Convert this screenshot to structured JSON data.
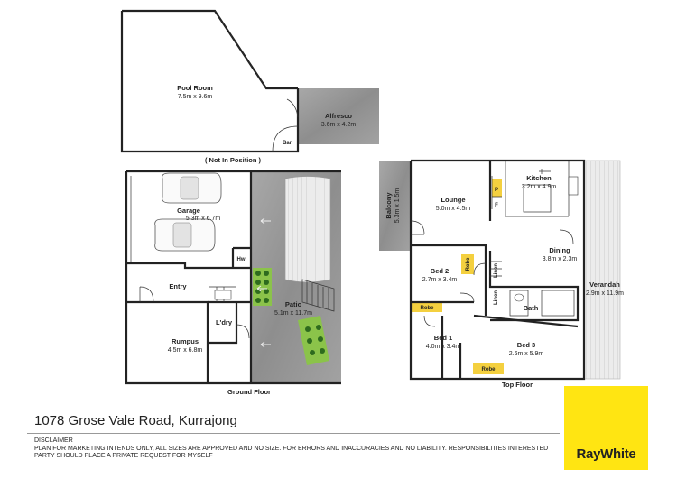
{
  "address": "1078 Grose Vale Road, Kurrajong",
  "disclaimer": {
    "title": "DISCLAIMER",
    "body": "PLAN FOR MARKETING INTENDS ONLY, ALL SIZES ARE APPROVED AND NO SIZE. FOR ERRORS AND INACCURACIES AND NO LIABILITY. RESPONSIBILITIES INTERESTED PARTY SHOULD PLACE A PRIVATE REQUEST FOR MYSELF"
  },
  "logo": {
    "text": "RayWhite",
    "color": "#ffe512"
  },
  "colors": {
    "wall": "#222222",
    "ground": "#9a9a9a",
    "robe": "#f4d03f",
    "lawn": "#8bc34a",
    "deck": "#ececec"
  },
  "pool_building": {
    "pool_room": {
      "name": "Pool Room",
      "dims": "7.5m x 9.6m"
    },
    "alfresco": {
      "name": "Alfresco",
      "dims": "3.6m x 4.2m"
    },
    "bar": "Bar",
    "note": "( Not In Position )"
  },
  "ground_floor": {
    "label": "Ground Floor",
    "garage": {
      "name": "Garage",
      "dims": "5.3m x 6.7m"
    },
    "hw": "Hw",
    "entry": "Entry",
    "laundry": "L'dry",
    "rumpus": {
      "name": "Rumpus",
      "dims": "4.5m x 6.8m"
    },
    "patio": {
      "name": "Patio",
      "dims": "5.1m x 11.7m"
    }
  },
  "top_floor": {
    "label": "Top Floor",
    "balcony": {
      "name": "Balcony",
      "dims": "5.3m x 1.5m"
    },
    "lounge": {
      "name": "Lounge",
      "dims": "5.0m x 4.5m"
    },
    "kitchen": {
      "name": "Kitchen",
      "dims": "3.2m x 4.9m"
    },
    "pantry": "P",
    "fridge": "F",
    "dining": {
      "name": "Dining",
      "dims": "3.8m x 2.3m"
    },
    "verandah": {
      "name": "Verandah",
      "dims": "2.9m x 11.9m"
    },
    "bed2": {
      "name": "Bed 2",
      "dims": "2.7m x 3.4m"
    },
    "robe": "Robe",
    "linen": "Linen",
    "bath": "Bath",
    "bed1": {
      "name": "Bed 1",
      "dims": "4.0m x 3.4m"
    },
    "bed3": {
      "name": "Bed 3",
      "dims": "2.6m x 5.9m"
    }
  }
}
